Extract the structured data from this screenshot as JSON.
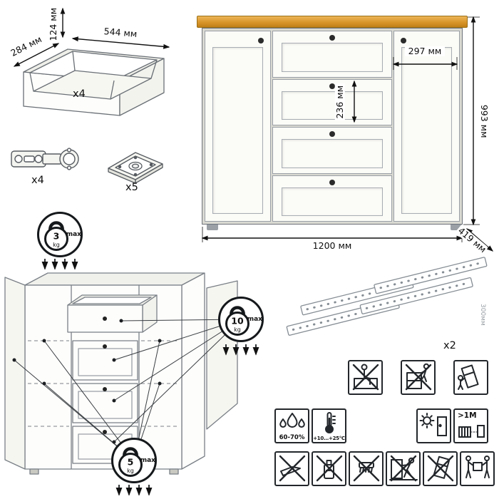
{
  "drawer_box": {
    "height_label": "124 мм",
    "width_label": "544 мм",
    "depth_label": "284 мм",
    "count_label": "x4"
  },
  "hardware": {
    "hinge_count_label": "x4",
    "fitting_count_label": "x5"
  },
  "cabinet_dimensions": {
    "height_label": "993 мм",
    "width_label": "1200 мм",
    "depth_label": "419 мм",
    "door_width_label": "297 мм",
    "drawer_front_height_label": "236 мм"
  },
  "load_limits": {
    "top_surface": {
      "value": "3",
      "unit": "kg",
      "max_label": "max"
    },
    "drawer": {
      "value": "10",
      "unit": "kg",
      "max_label": "max"
    },
    "shelf": {
      "value": "5",
      "unit": "kg",
      "max_label": "max"
    }
  },
  "slides": {
    "count_label": "x2",
    "length_label": "300мм"
  },
  "care_icons": {
    "humidity_label": "60-70%",
    "temperature_label": "+10...+25°C",
    "heat_distance_label": ">1M",
    "row1": [
      "do-not-sit",
      "do-not-climb",
      "tip-over-hazard"
    ],
    "row2": [
      "humidity-range",
      "temperature-range",
      "avoid-direct-sunlight",
      "keep-distance-from-heat"
    ],
    "row3": [
      "no-sharp-objects",
      "no-chemicals",
      "no-abrasives",
      "do-not-drag",
      "do-not-tilt",
      "carry-with-two-people"
    ]
  },
  "colors": {
    "wood_top": "#d8962a",
    "wood_edge": "#9a6f15",
    "body": "#fbfbf7",
    "outline": "#70757c"
  }
}
